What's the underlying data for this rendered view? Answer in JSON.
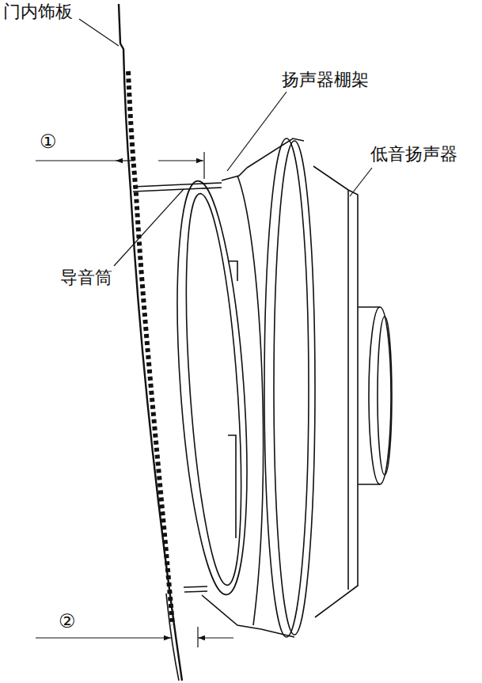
{
  "diagram": {
    "labels": [
      "门内饰板",
      "扬声器棚架",
      "低音扬声器",
      "导音筒",
      "①",
      "②"
    ]
  }
}
